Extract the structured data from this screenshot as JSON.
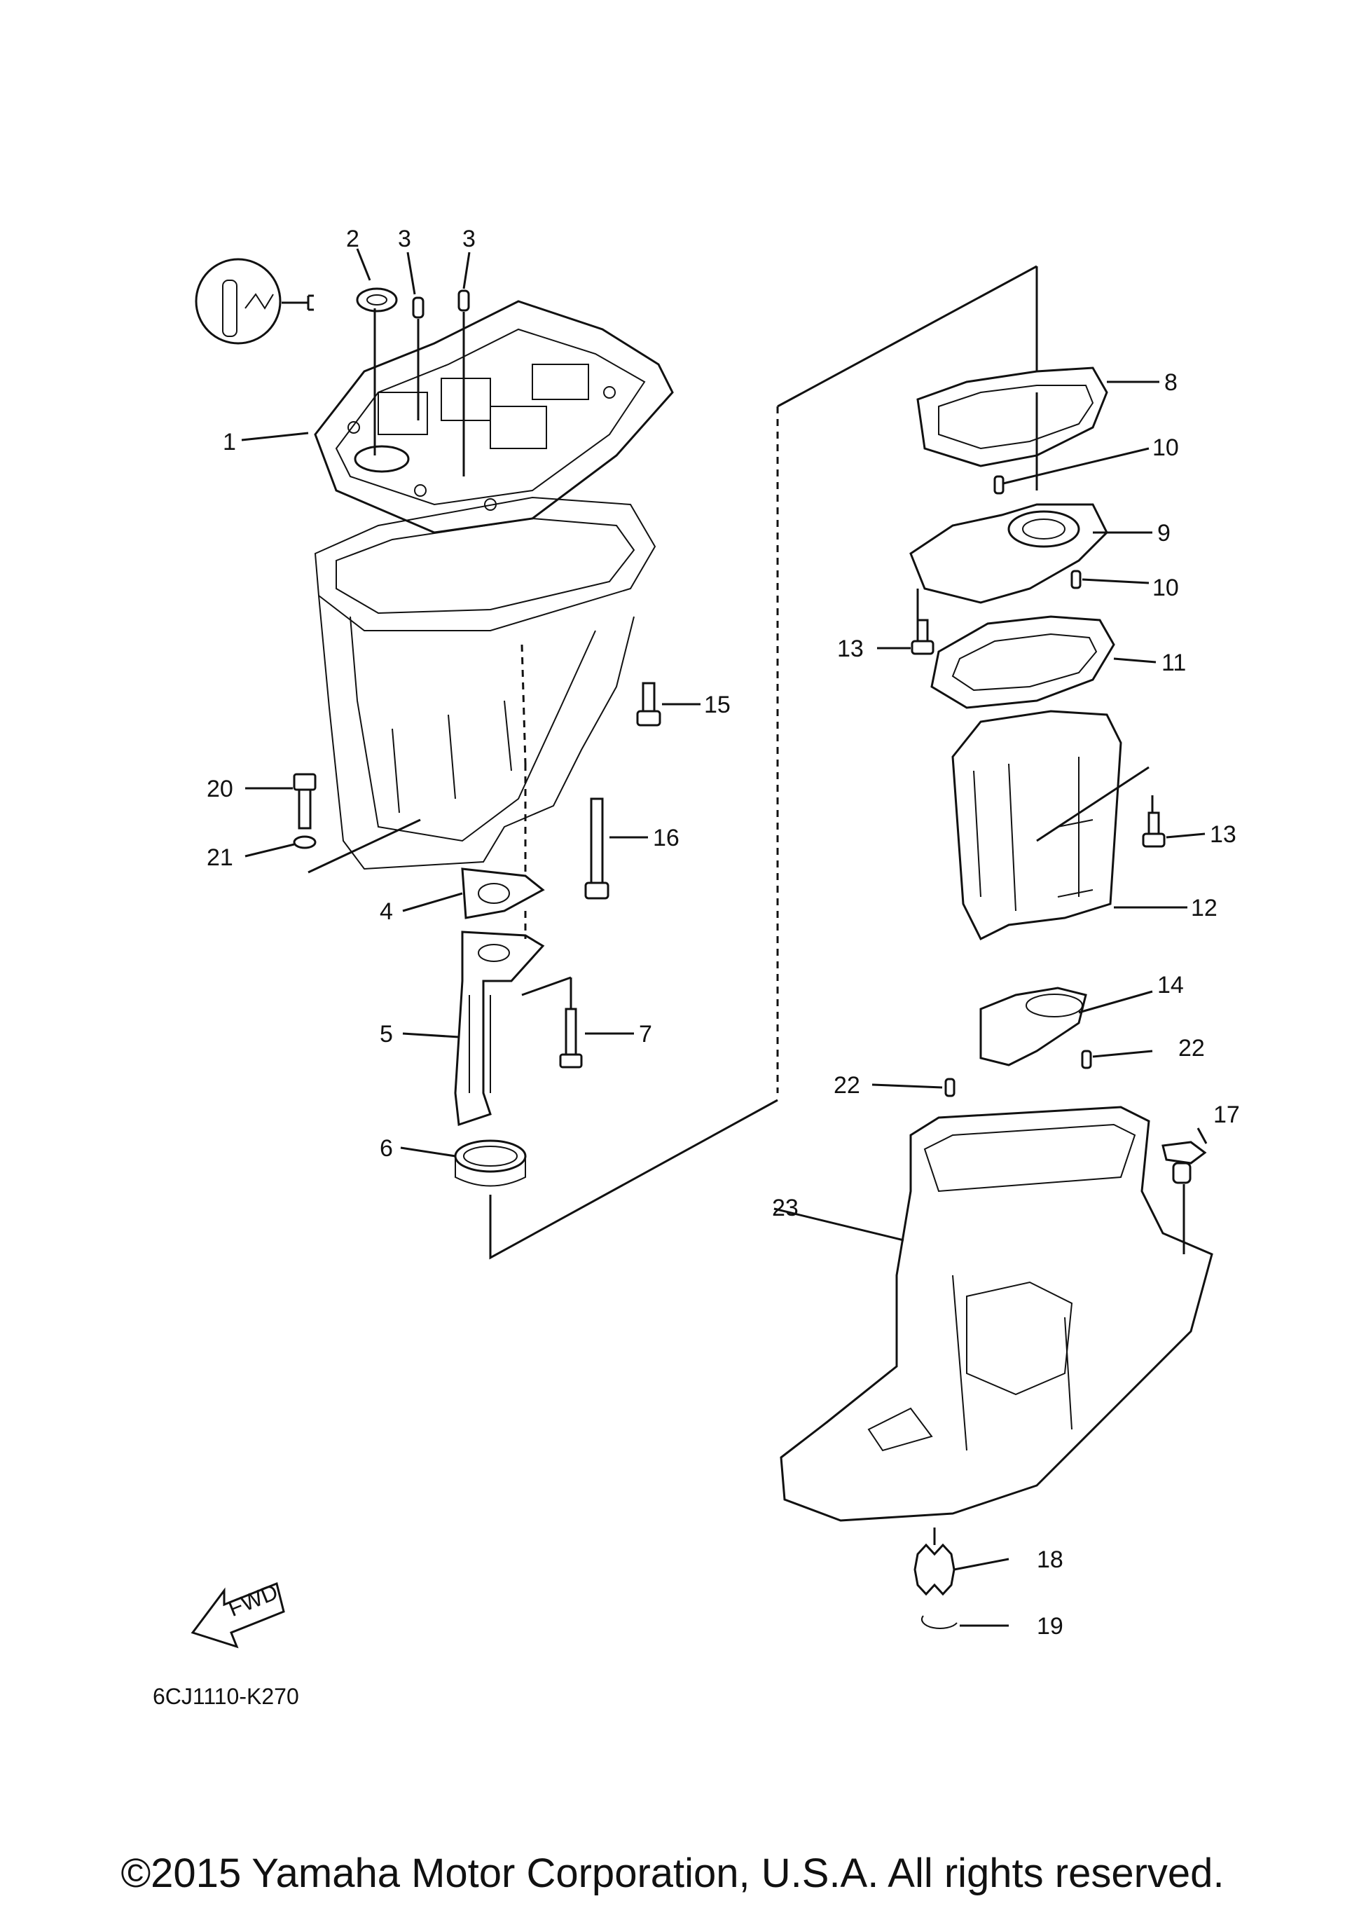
{
  "diagram": {
    "part_code": "6CJ1110-K270",
    "fwd_label": "FWD",
    "copyright": "©2015 Yamaha Motor Corporation, U.S.A. All rights reserved.",
    "callouts": [
      {
        "id": "c1",
        "text": "1"
      },
      {
        "id": "c2",
        "text": "2"
      },
      {
        "id": "c3a",
        "text": "3"
      },
      {
        "id": "c3b",
        "text": "3"
      },
      {
        "id": "c4",
        "text": "4"
      },
      {
        "id": "c5",
        "text": "5"
      },
      {
        "id": "c6",
        "text": "6"
      },
      {
        "id": "c7",
        "text": "7"
      },
      {
        "id": "c8",
        "text": "8"
      },
      {
        "id": "c9",
        "text": "9"
      },
      {
        "id": "c10a",
        "text": "10"
      },
      {
        "id": "c10b",
        "text": "10"
      },
      {
        "id": "c11",
        "text": "11"
      },
      {
        "id": "c12",
        "text": "12"
      },
      {
        "id": "c13a",
        "text": "13"
      },
      {
        "id": "c13b",
        "text": "13"
      },
      {
        "id": "c14",
        "text": "14"
      },
      {
        "id": "c15",
        "text": "15"
      },
      {
        "id": "c16",
        "text": "16"
      },
      {
        "id": "c17",
        "text": "17"
      },
      {
        "id": "c18",
        "text": "18"
      },
      {
        "id": "c19",
        "text": "19"
      },
      {
        "id": "c20",
        "text": "20"
      },
      {
        "id": "c21",
        "text": "21"
      },
      {
        "id": "c22a",
        "text": "22"
      },
      {
        "id": "c22b",
        "text": "22"
      },
      {
        "id": "c23",
        "text": "23"
      }
    ]
  }
}
